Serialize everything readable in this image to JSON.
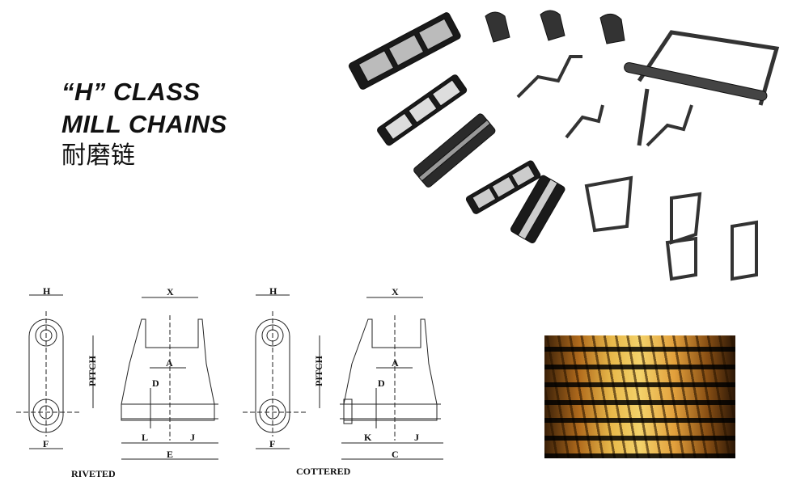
{
  "heading": {
    "line1": "“H” CLASS",
    "line2": "MILL CHAINS",
    "line3_cn": "耐磨链"
  },
  "diagrams": {
    "riveted": {
      "caption": "RIVETED",
      "side_view_labels": {
        "h": "H",
        "f": "F",
        "pitch": "PITCH"
      },
      "front_view_labels": {
        "x": "X",
        "a": "A",
        "d": "D",
        "l": "L",
        "j": "J",
        "e": "E"
      }
    },
    "cottered": {
      "caption": "COTTERED",
      "side_view_labels": {
        "h": "H",
        "f": "F",
        "pitch": "PITCH"
      },
      "front_view_labels": {
        "x": "X",
        "a": "A",
        "d": "D",
        "k": "K",
        "j": "J",
        "c": "C"
      }
    }
  },
  "photos": {
    "product_collage": "mill chain product assortment",
    "application_photo": "chain conveyor in mill"
  }
}
